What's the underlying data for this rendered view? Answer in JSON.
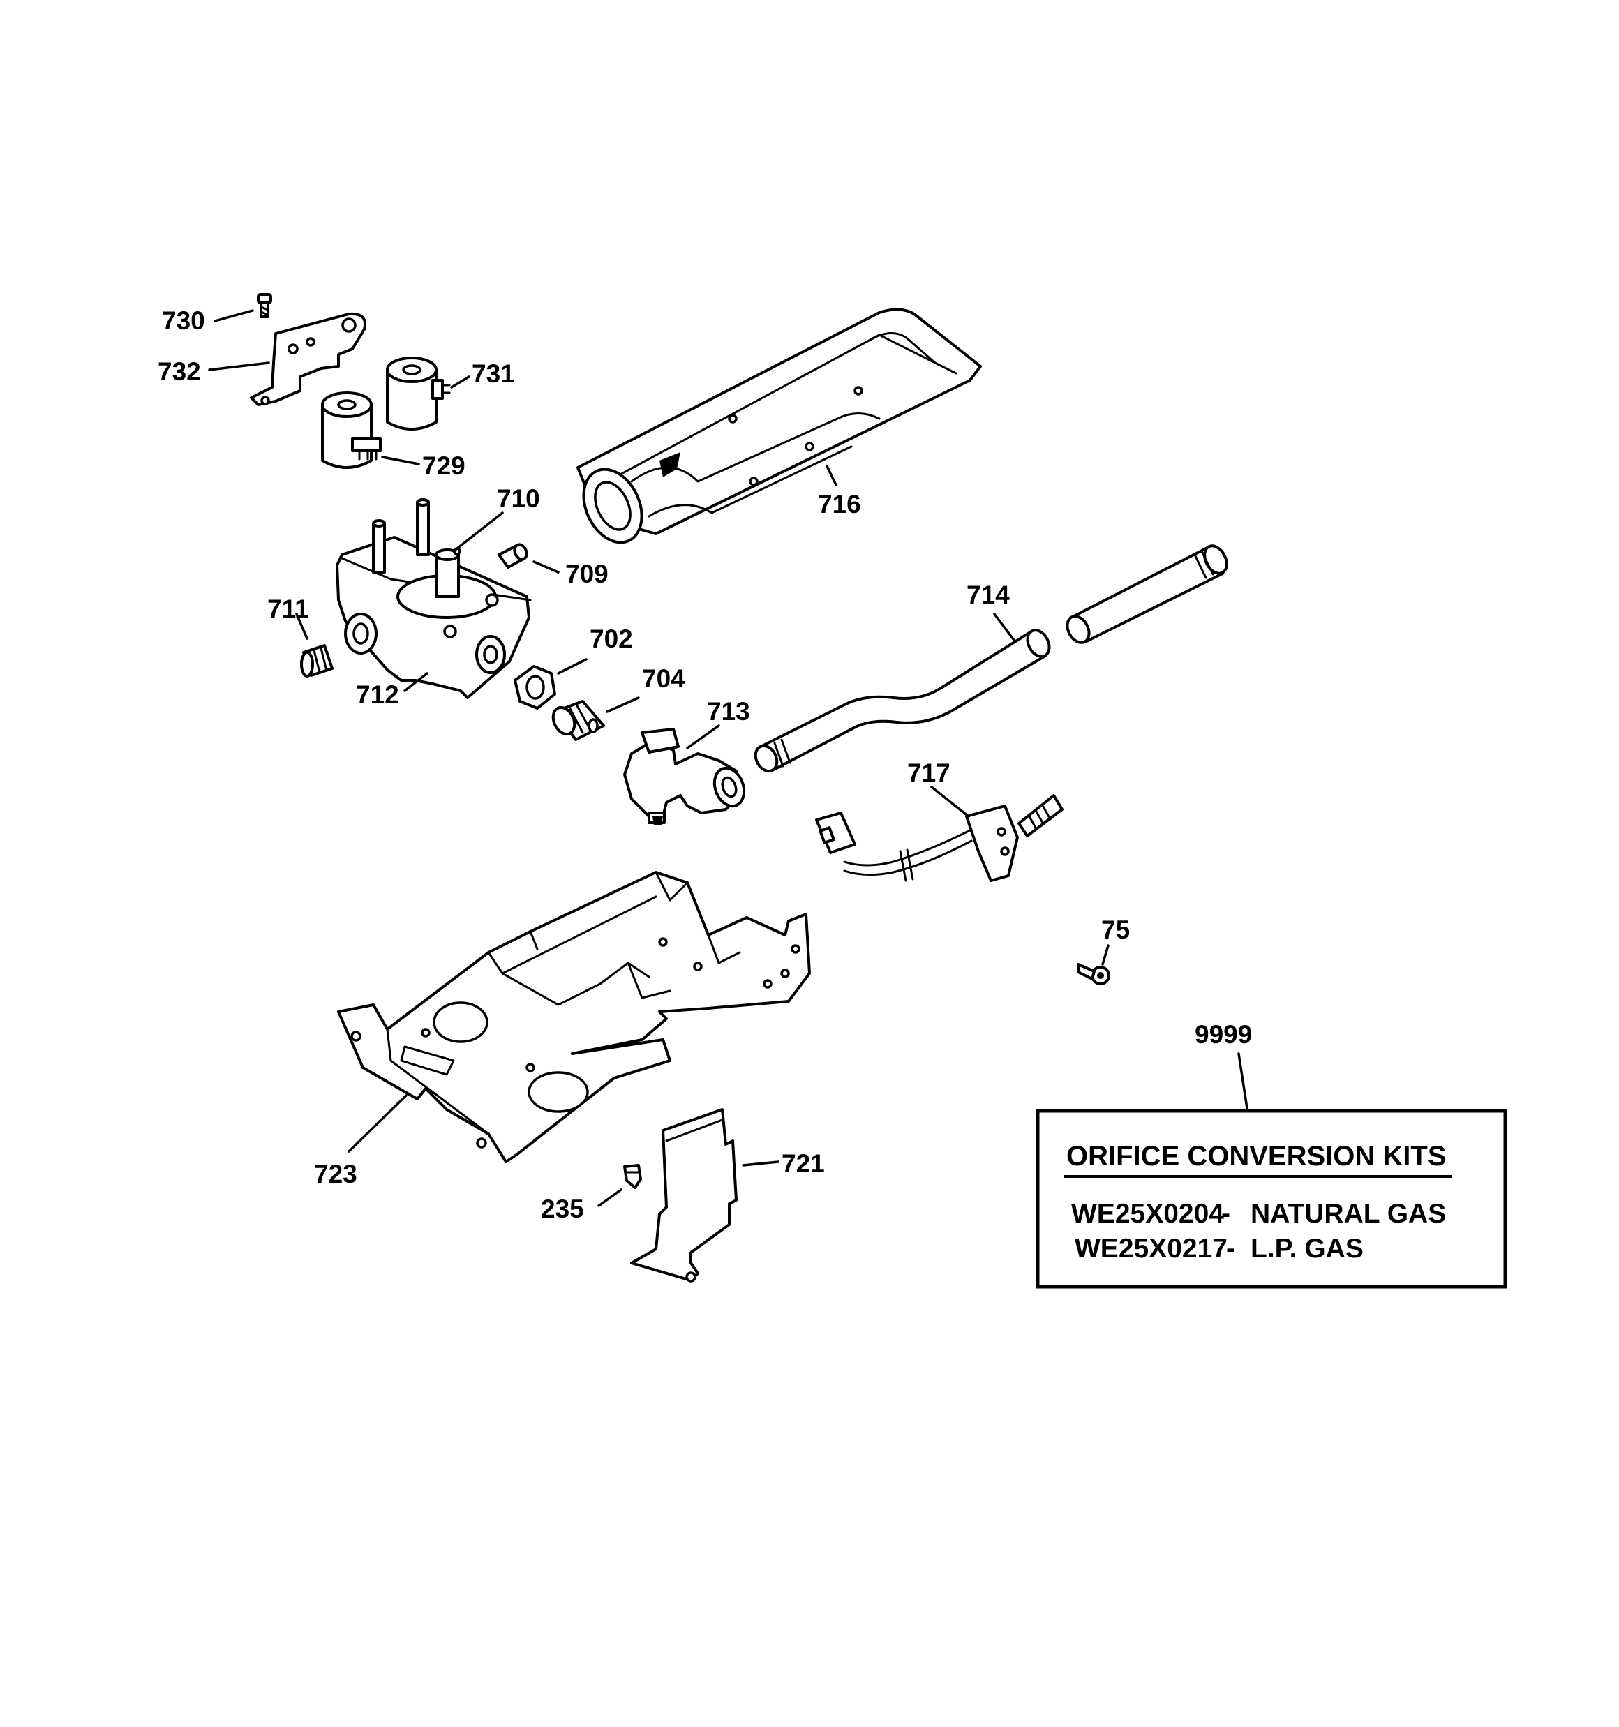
{
  "callouts": {
    "p730": "730",
    "p732": "732",
    "p731": "731",
    "p729": "729",
    "p710": "710",
    "p709": "709",
    "p716": "716",
    "p711": "711",
    "p712": "712",
    "p702": "702",
    "p704": "704",
    "p713": "713",
    "p714": "714",
    "p717": "717",
    "p75": "75",
    "p9999": "9999",
    "p723": "723",
    "p721": "721",
    "p235": "235"
  },
  "kit_box": {
    "title": "ORIFICE CONVERSION KITS",
    "rows": [
      {
        "part": "WE25X0204",
        "separator": "-",
        "desc": "NATURAL GAS"
      },
      {
        "part": "WE25X0217",
        "separator": "-",
        "desc": "L.P. GAS"
      }
    ]
  }
}
